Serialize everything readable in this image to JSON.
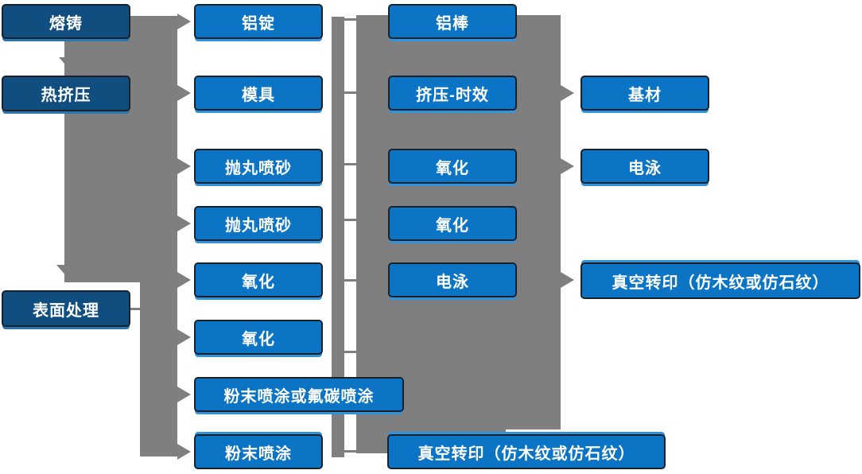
{
  "diagram": {
    "type": "flowchart",
    "language": "zh-CN",
    "description": "Aluminum profile production process flow",
    "colors": {
      "process_box_blue": "#0b74c4",
      "stage_box_dark_blue": "#0f4e7e",
      "connector_gray": "#7f7f7f",
      "box_text": "#ffffff",
      "highlight_edge_blue": "#2f93dd"
    },
    "edges": [
      {
        "from": "melting_casting",
        "to": "hot_extrusion"
      },
      {
        "from": "hot_extrusion",
        "to": "surface_treatment"
      },
      {
        "from": "melting_casting",
        "to": "aluminum_ingot"
      },
      {
        "from": "hot_extrusion",
        "to": "mold"
      },
      {
        "from": "surface_treatment",
        "to": "shot_blasting_1"
      },
      {
        "from": "surface_treatment",
        "to": "shot_blasting_2"
      },
      {
        "from": "surface_treatment",
        "to": "oxidation_1"
      },
      {
        "from": "surface_treatment",
        "to": "oxidation_2"
      },
      {
        "from": "surface_treatment",
        "to": "powder_or_fluorocarbon"
      },
      {
        "from": "surface_treatment",
        "to": "powder_coating"
      },
      {
        "from": "extrusion_aging",
        "to": "base_material"
      },
      {
        "from": "oxidation_3",
        "to": "electrophoresis_2"
      },
      {
        "from": "electrophoresis_1",
        "to": "vacuum_transfer_right"
      }
    ]
  },
  "nodes": {
    "melting_casting": "熔铸",
    "hot_extrusion": "热挤压",
    "surface_treatment": "表面处理",
    "aluminum_ingot": "铝锭",
    "mold": "模具",
    "shot_blasting_1": "抛丸喷砂",
    "shot_blasting_2": "抛丸喷砂",
    "oxidation_1": "氧化",
    "oxidation_2": "氧化",
    "powder_or_fluorocarbon": "粉末喷涂或氟碳喷涂",
    "powder_coating": "粉末喷涂",
    "aluminum_rod": "铝棒",
    "extrusion_aging": "挤压-时效",
    "oxidation_3": "氧化",
    "oxidation_4": "氧化",
    "electrophoresis_1": "电泳",
    "vacuum_transfer_bottom": "真空转印（仿木纹或仿石纹）",
    "base_material": "基材",
    "electrophoresis_2": "电泳",
    "vacuum_transfer_right": "真空转印（仿木纹或仿石纹）"
  }
}
